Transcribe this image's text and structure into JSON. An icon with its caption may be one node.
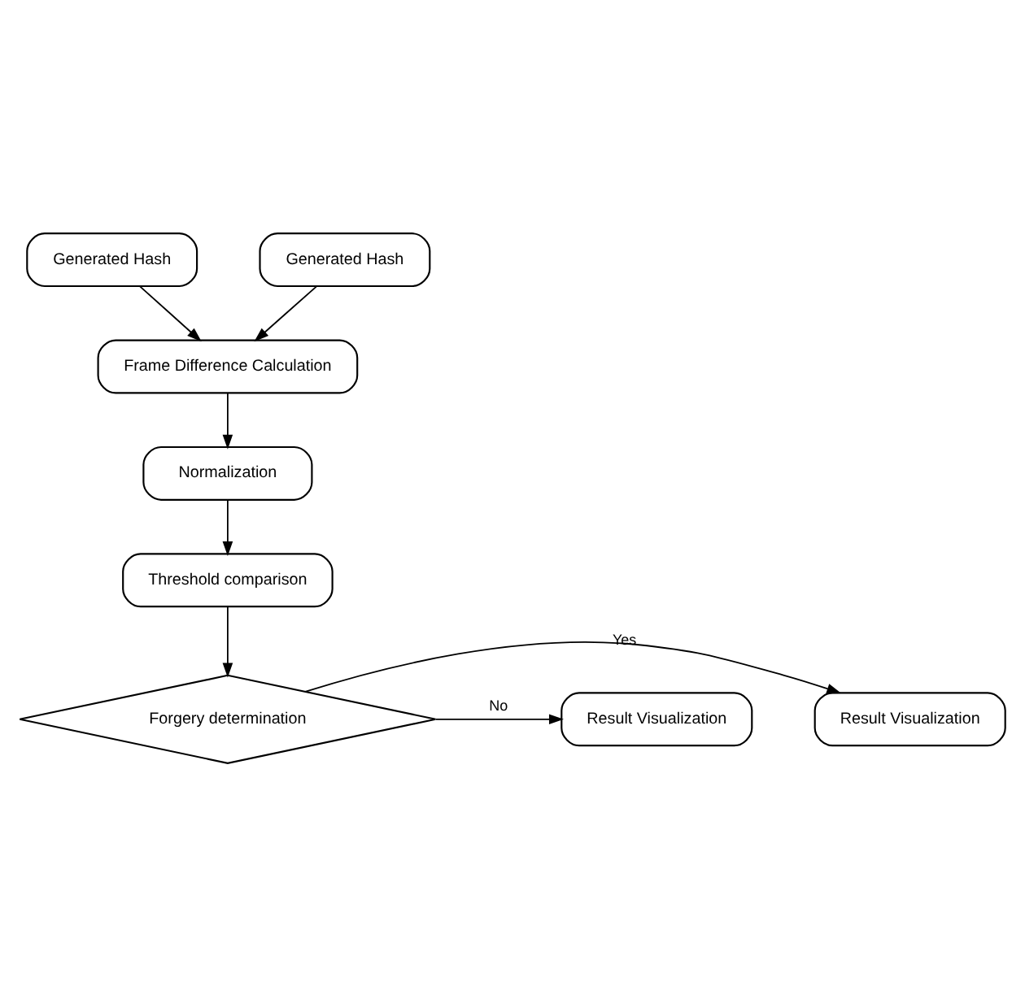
{
  "diagram": {
    "nodes": [
      {
        "text": [
          "Generated Hash"
        ]
      },
      {
        "text": [
          "Generated Hash"
        ]
      },
      {
        "text": [
          "Frame Difference Calculation"
        ]
      },
      {
        "text": [
          "Normalization"
        ]
      },
      {
        "text": [
          "Threshold comparison"
        ]
      },
      {
        "text": [
          "Forgery determination"
        ]
      },
      {
        "text": [
          "Result Visualization"
        ]
      },
      {
        "text": [
          "Result Visualization"
        ]
      }
    ],
    "edges": [
      {
        "from": 0,
        "to": 2,
        "arrow": "to"
      },
      {
        "from": 1,
        "to": 2,
        "arrow": "to"
      },
      {
        "from": 2,
        "to": 3,
        "arrow": "to"
      },
      {
        "from": 3,
        "to": 4,
        "arrow": "to"
      },
      {
        "from": 4,
        "to": 5,
        "arrow": "to"
      },
      {
        "from": 5,
        "to": 6,
        "label": "Yes",
        "arrow": "to"
      },
      {
        "from": 5,
        "to": 7,
        "label": "No",
        "arrow": "to"
      }
    ]
  }
}
